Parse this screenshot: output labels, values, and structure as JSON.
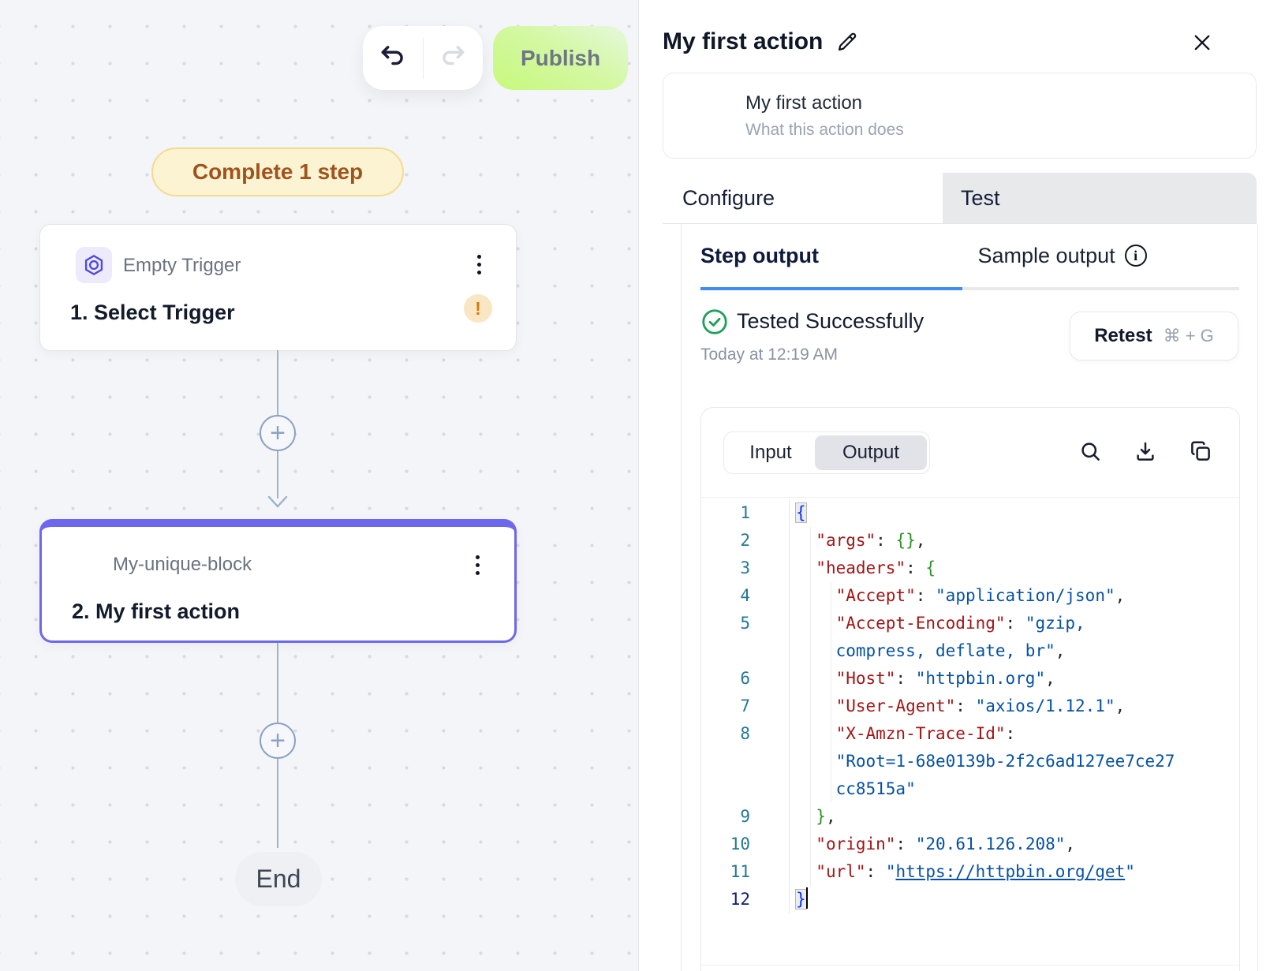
{
  "canvas": {
    "publish_button": "Publish",
    "progress_badge": "Complete 1 step",
    "nodes": {
      "trigger": {
        "title": "Empty Trigger",
        "subtitle": "1. Select Trigger",
        "warning": "!"
      },
      "action": {
        "title": "My-unique-block",
        "subtitle": "2. My first action"
      },
      "end": "End"
    }
  },
  "panel": {
    "title": "My first action",
    "summary": {
      "name": "My first action",
      "description": "What this action does"
    },
    "tabs": {
      "configure": "Configure",
      "test": "Test"
    },
    "output_tabs": {
      "step": "Step output",
      "sample": "Sample output"
    },
    "test_status": {
      "label": "Tested Successfully",
      "timestamp": "Today at 12:19 AM"
    },
    "retest": {
      "label": "Retest",
      "shortcut": "⌘ + G"
    },
    "io_toggle": {
      "input": "Input",
      "output": "Output"
    },
    "code": {
      "rows": [
        {
          "n": "1",
          "seg": [
            [
              "hl",
              "{"
            ]
          ]
        },
        {
          "n": "2",
          "seg": [
            [
              "p",
              "  "
            ],
            [
              "k",
              "\"args\""
            ],
            [
              "p",
              ": "
            ],
            [
              "g",
              "{}"
            ],
            [
              "p",
              ","
            ]
          ]
        },
        {
          "n": "3",
          "seg": [
            [
              "p",
              "  "
            ],
            [
              "k",
              "\"headers\""
            ],
            [
              "p",
              ": "
            ],
            [
              "g",
              "{"
            ]
          ]
        },
        {
          "n": "4",
          "seg": [
            [
              "p",
              "    "
            ],
            [
              "k",
              "\"Accept\""
            ],
            [
              "p",
              ": "
            ],
            [
              "s",
              "\"application/json\""
            ],
            [
              "p",
              ","
            ]
          ]
        },
        {
          "n": "5",
          "seg": [
            [
              "p",
              "    "
            ],
            [
              "k",
              "\"Accept-Encoding\""
            ],
            [
              "p",
              ": "
            ],
            [
              "s",
              "\"gzip,"
            ]
          ]
        },
        {
          "n": "",
          "seg": [
            [
              "p",
              "    "
            ],
            [
              "s",
              "compress, deflate, br\""
            ],
            [
              "p",
              ","
            ]
          ]
        },
        {
          "n": "6",
          "seg": [
            [
              "p",
              "    "
            ],
            [
              "k",
              "\"Host\""
            ],
            [
              "p",
              ": "
            ],
            [
              "s",
              "\"httpbin.org\""
            ],
            [
              "p",
              ","
            ]
          ]
        },
        {
          "n": "7",
          "seg": [
            [
              "p",
              "    "
            ],
            [
              "k",
              "\"User-Agent\""
            ],
            [
              "p",
              ": "
            ],
            [
              "s",
              "\"axios/1.12.1\""
            ],
            [
              "p",
              ","
            ]
          ]
        },
        {
          "n": "8",
          "seg": [
            [
              "p",
              "    "
            ],
            [
              "k",
              "\"X-Amzn-Trace-Id\""
            ],
            [
              "p",
              ":"
            ]
          ]
        },
        {
          "n": "",
          "seg": [
            [
              "p",
              "    "
            ],
            [
              "s",
              "\"Root=1-68e0139b-2f2c6ad127ee7ce27"
            ]
          ]
        },
        {
          "n": "",
          "seg": [
            [
              "p",
              "    "
            ],
            [
              "s",
              "cc8515a\""
            ]
          ]
        },
        {
          "n": "9",
          "seg": [
            [
              "p",
              "  "
            ],
            [
              "g",
              "}"
            ],
            [
              "p",
              ","
            ]
          ]
        },
        {
          "n": "10",
          "seg": [
            [
              "p",
              "  "
            ],
            [
              "k",
              "\"origin\""
            ],
            [
              "p",
              ": "
            ],
            [
              "s",
              "\"20.61.126.208\""
            ],
            [
              "p",
              ","
            ]
          ]
        },
        {
          "n": "11",
          "seg": [
            [
              "p",
              "  "
            ],
            [
              "k",
              "\"url\""
            ],
            [
              "p",
              ": "
            ],
            [
              "s",
              "\""
            ],
            [
              "link",
              "https://httpbin.org/get"
            ],
            [
              "s",
              "\""
            ]
          ]
        },
        {
          "n": "12",
          "a": true,
          "seg": [
            [
              "hl",
              "}"
            ],
            [
              "cur",
              ""
            ]
          ]
        }
      ]
    }
  },
  "colors": {
    "accent_purple": "#6d67ee",
    "publish_green": "#c7f97d",
    "badge_yellow": "#fcf3d3",
    "success_green": "#1fa05a",
    "warning_orange": "#d9780a",
    "active_tab_blue": "#3e8df2",
    "connector_blue_gray": "#9db2cb",
    "code_key": "#a31515",
    "code_string": "#0451a5",
    "code_bracket_outer": "#0431fa",
    "code_bracket_inner": "#2e9127",
    "line_number": "#237893"
  }
}
